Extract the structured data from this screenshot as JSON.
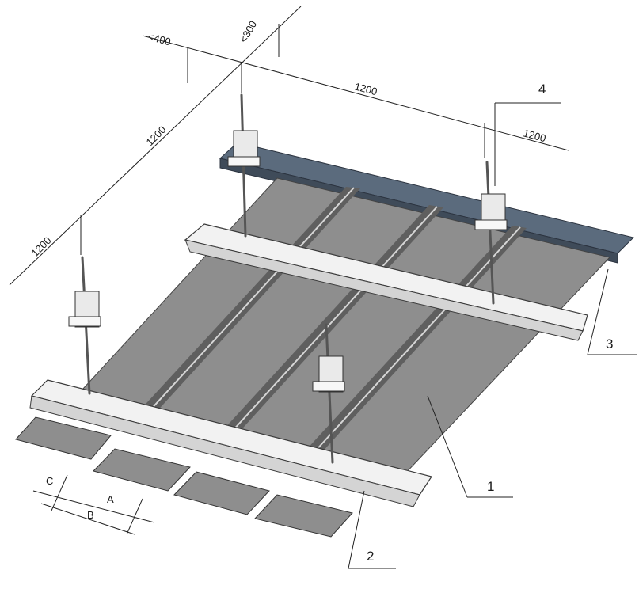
{
  "dimensions": {
    "top_left_lt": "<400",
    "top_left_lt2": "<300",
    "top_span": "1200",
    "top_right": "1200",
    "left_span": "1200",
    "left_outer": "1200",
    "bottom_c": "C",
    "bottom_a": "A",
    "bottom_b": "B"
  },
  "callouts": {
    "panel": "1",
    "stringer": "2",
    "edge_profile": "3",
    "hanger": "4"
  },
  "colors": {
    "panel_fill": "#8e8e8e",
    "panel_dark": "#6f6f6f",
    "rail_fill": "#f2f2f2",
    "rail_stroke": "#3b3b3b",
    "edge_profile": "#5b6b7d",
    "line": "#222222"
  }
}
